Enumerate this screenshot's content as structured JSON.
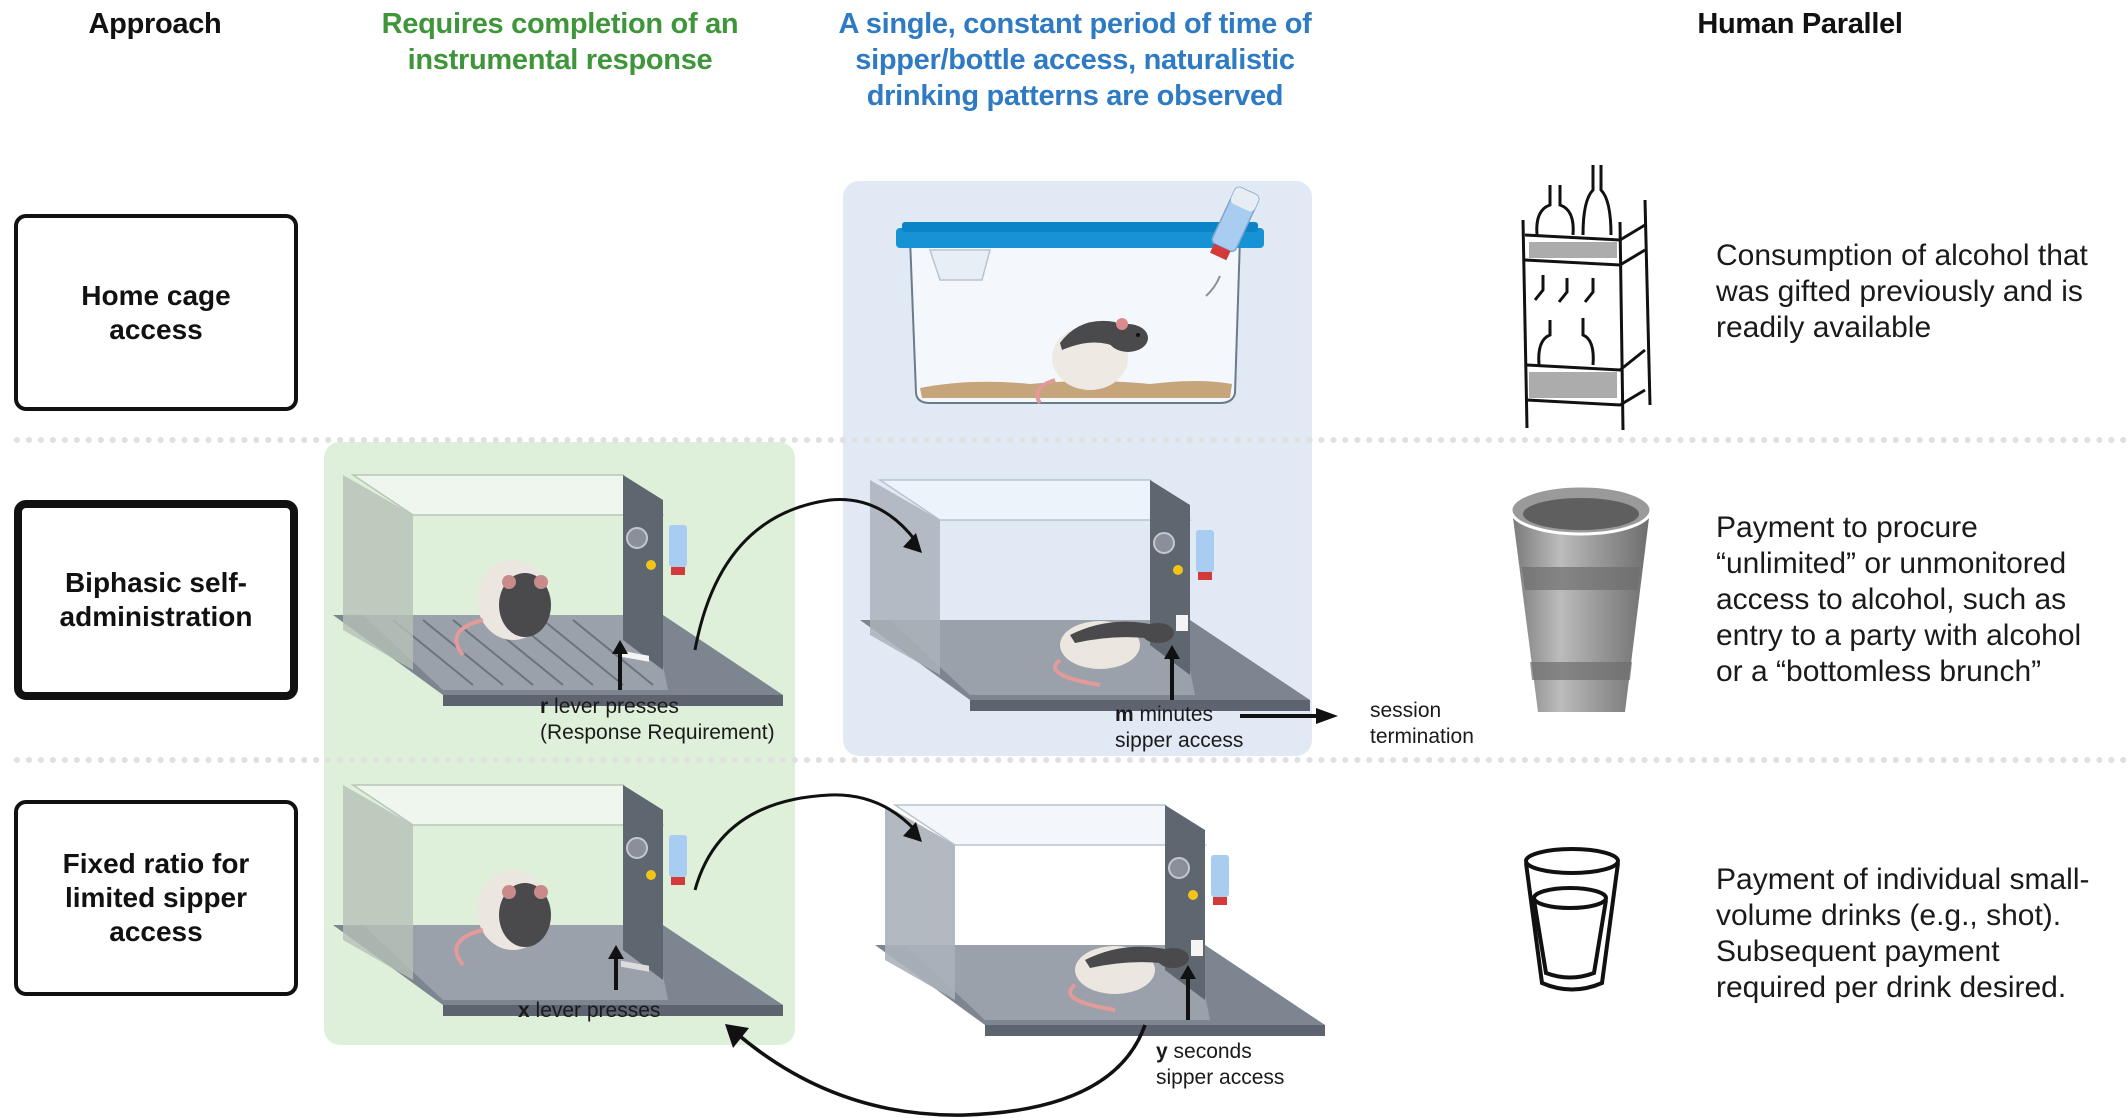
{
  "headers": {
    "approach": "Approach",
    "instrumental": "Requires completion of an instrumental response",
    "instrumental_lines": [
      "Requires completion of an",
      "instrumental response"
    ],
    "constant_access_lines": [
      "A single, constant period of time of",
      "sipper/bottle access,  naturalistic",
      "drinking patterns are observed"
    ],
    "human_parallel": "Human Parallel"
  },
  "colors": {
    "instrumental_green": "#3f963a",
    "access_blue": "#2e7bc4",
    "green_panel": "#dff0da",
    "blue_panel": "#e1e9f4"
  },
  "rows": [
    {
      "approach_lines": [
        "Home cage",
        "access"
      ],
      "emphasized": false,
      "human_parallel_icon": "bar-cart-with-bottles-icon",
      "human_parallel_lines": [
        "Consumption of alcohol that",
        "was gifted previously and is",
        "readily available"
      ]
    },
    {
      "approach_lines": [
        "Biphasic self-",
        "administration"
      ],
      "emphasized": true,
      "human_parallel_icon": "plastic-party-cup-icon",
      "human_parallel_lines": [
        "Payment to procure",
        "“unlimited” or unmonitored",
        "access to alcohol, such as",
        "entry to a party with alcohol",
        "or a “bottomless brunch”"
      ]
    },
    {
      "approach_lines": [
        "Fixed ratio for",
        "limited sipper",
        "access"
      ],
      "emphasized": false,
      "human_parallel_icon": "shot-glass-icon",
      "human_parallel_lines": [
        "Payment of individual small-",
        "volume drinks (e.g., shot).",
        "Subsequent payment",
        "required per drink desired."
      ]
    }
  ],
  "labels": {
    "biphasic_lever": {
      "var": "r",
      "line1": " lever presses",
      "line2": "(Response Requirement)"
    },
    "biphasic_sipper": {
      "var": "m",
      "line1": " minutes",
      "line2": "sipper access"
    },
    "session_termination": {
      "line1": "session",
      "line2": "termination"
    },
    "fixed_ratio_lever": {
      "var": "x",
      "line1": " lever presses"
    },
    "fixed_ratio_sipper": {
      "var": "y",
      "line1": " seconds",
      "line2": "sipper access"
    }
  }
}
